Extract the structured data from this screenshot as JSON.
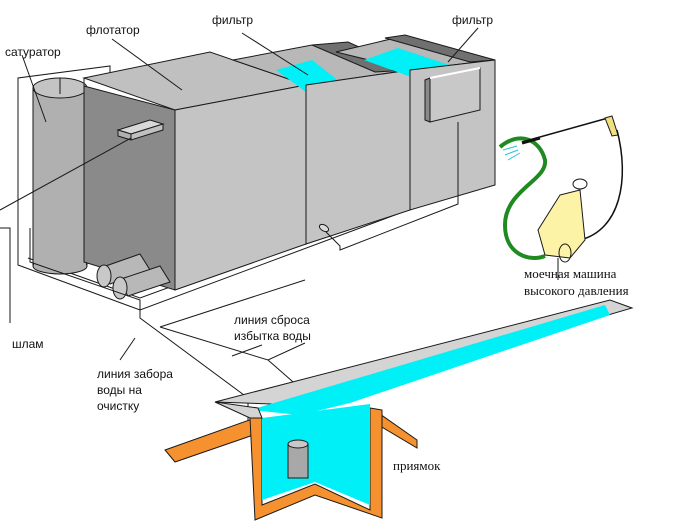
{
  "diagram": {
    "title": "Схема установки очистки воды",
    "labels": {
      "saturator": "сатуратор",
      "flotator": "флотатор",
      "filter_1": "фильтр",
      "filter_2": "фильтр",
      "sludge": "шлам",
      "intake_line_1": "линия забора",
      "intake_line_2": "воды на",
      "intake_line_3": "очистку",
      "overflow_line_1": "линия сброса",
      "overflow_line_2": "избытка воды",
      "washer_1": "моечная машина",
      "washer_2": "высокого давления",
      "pit": "приямок"
    },
    "colors": {
      "water": "#00f0f8",
      "tank_light": "#c0c0c0",
      "tank_mid": "#a8a8a8",
      "tank_dark": "#808080",
      "pit_wall": "#f5912e",
      "hose": "#1f8a1f",
      "washer_body": "#fdf3a6",
      "nozzle_tip": "#f0e080",
      "outline": "#1a1a1a"
    }
  }
}
